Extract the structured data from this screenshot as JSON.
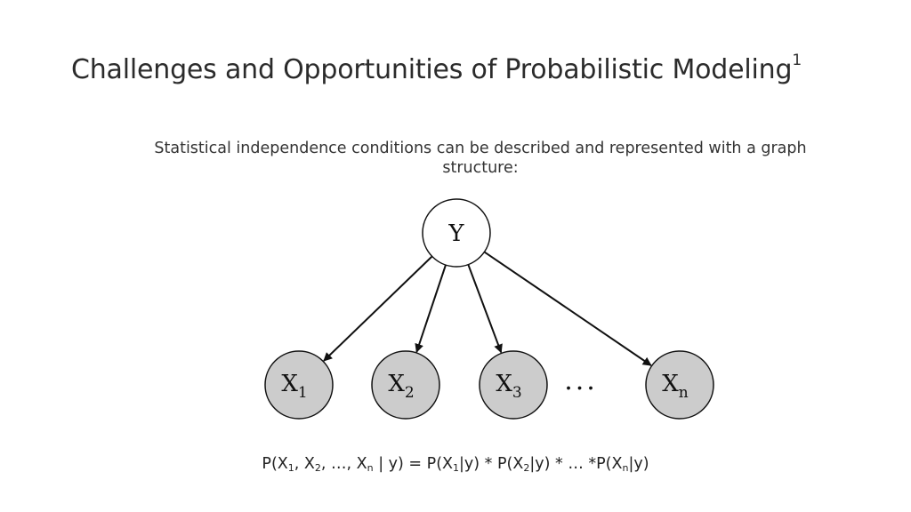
{
  "title": {
    "text": "Challenges and Opportunities of Probabilistic Modeling",
    "superscript": "1"
  },
  "subtitle": "Statistical independence conditions can be described and represented with a graph structure:",
  "diagram": {
    "root": {
      "label": "Y"
    },
    "children": [
      {
        "label": "X",
        "sub": "1"
      },
      {
        "label": "X",
        "sub": "2"
      },
      {
        "label": "X",
        "sub": "3"
      },
      {
        "label": "X",
        "sub": "n"
      }
    ],
    "ellipsis": "...",
    "colors": {
      "root_fill": "#ffffff",
      "child_fill": "#cccccc",
      "stroke": "#111111"
    }
  },
  "formula": {
    "parts": [
      {
        "t": "P(X"
      },
      {
        "s": "1"
      },
      {
        "t": ", X"
      },
      {
        "s": "2"
      },
      {
        "t": ", …, X"
      },
      {
        "s": "n"
      },
      {
        "t": " | y) = P(X"
      },
      {
        "s": "1"
      },
      {
        "t": "|y) * P(X"
      },
      {
        "s": "2"
      },
      {
        "t": "|y) * … *P(X"
      },
      {
        "s": "n"
      },
      {
        "t": "|y)"
      }
    ]
  }
}
